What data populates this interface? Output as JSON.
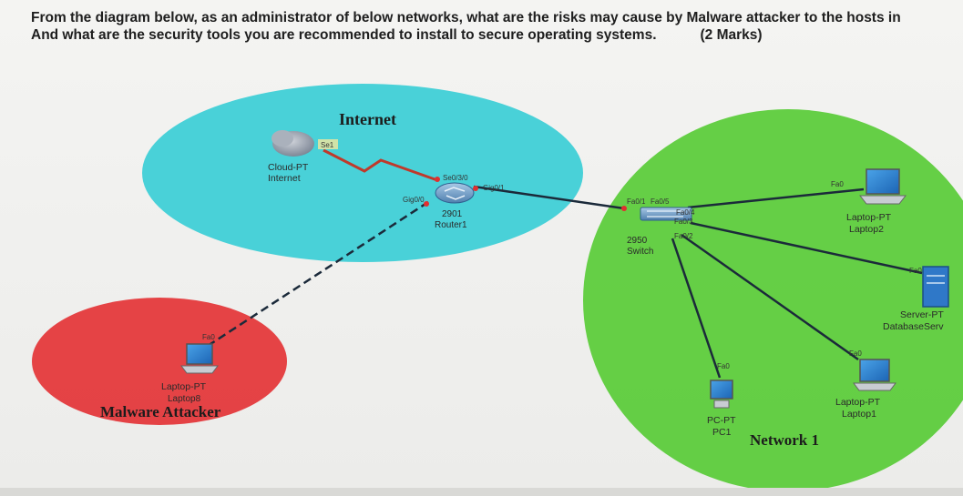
{
  "question": {
    "line1": "From the diagram below, as an administrator of below networks, what are the risks may cause by Malware attacker to the hosts in",
    "line2": "And what are the security tools you are recommended to install to secure operating systems.",
    "marks": "(2 Marks)"
  },
  "zones": {
    "internet": "Internet",
    "malware": "Malware Attacker",
    "network1": "Network 1"
  },
  "devices": {
    "cloud": {
      "type": "Cloud-PT",
      "name": "Internet"
    },
    "router": {
      "model": "2901",
      "name": "Router1"
    },
    "switch": {
      "model": "2950",
      "name": "Switch"
    },
    "laptop8": {
      "type": "Laptop-PT",
      "name": "Laptop8"
    },
    "laptop2": {
      "type": "Laptop-PT",
      "name": "Laptop2"
    },
    "server": {
      "type": "Server-PT",
      "name": "DatabaseServ"
    },
    "laptop1": {
      "type": "Laptop-PT",
      "name": "Laptop1"
    },
    "pc1": {
      "type": "PC-PT",
      "name": "PC1"
    }
  },
  "ports": {
    "cloud_se1": "Se1",
    "router_se030": "Se0/3/0",
    "router_gig01": "Gig0/1",
    "router_gig00": "Gig0/0",
    "switch_fa01": "Fa0/1",
    "switch_fa05": "Fa0/5",
    "switch_fa04": "Fa0/4",
    "switch_fa03": "Fa0/3",
    "switch_fa02": "Fa0/2",
    "laptop8_fa0": "Fa0",
    "laptop2_fa0": "Fa0",
    "server_fa0": "Fa0",
    "laptop1_fa0": "Fa0",
    "pc1_fa0": "Fa0"
  },
  "colors": {
    "internet_zone": "#3fcfd6",
    "malware_zone": "#e4393c",
    "network_zone": "#5dcc3c",
    "link": "#1b2a3a",
    "serial_link": "#c0392b"
  }
}
